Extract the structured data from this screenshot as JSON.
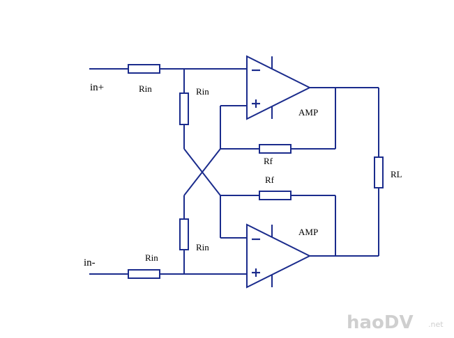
{
  "labels": {
    "in_plus": "in+",
    "in_minus": "in-",
    "rin_top_series": "Rin",
    "rin_top_shunt": "Rin",
    "rin_bottom_shunt": "Rin",
    "rin_bottom_series": "Rin",
    "rf_top": "Rf",
    "rf_bottom": "Rf",
    "rl": "RL",
    "amp_top": "AMP",
    "amp_bottom": "AMP"
  },
  "watermark": {
    "main": "haoDV",
    "tld": ".net"
  },
  "colors": {
    "wire": "#1a2b8c",
    "text": "#000000"
  }
}
